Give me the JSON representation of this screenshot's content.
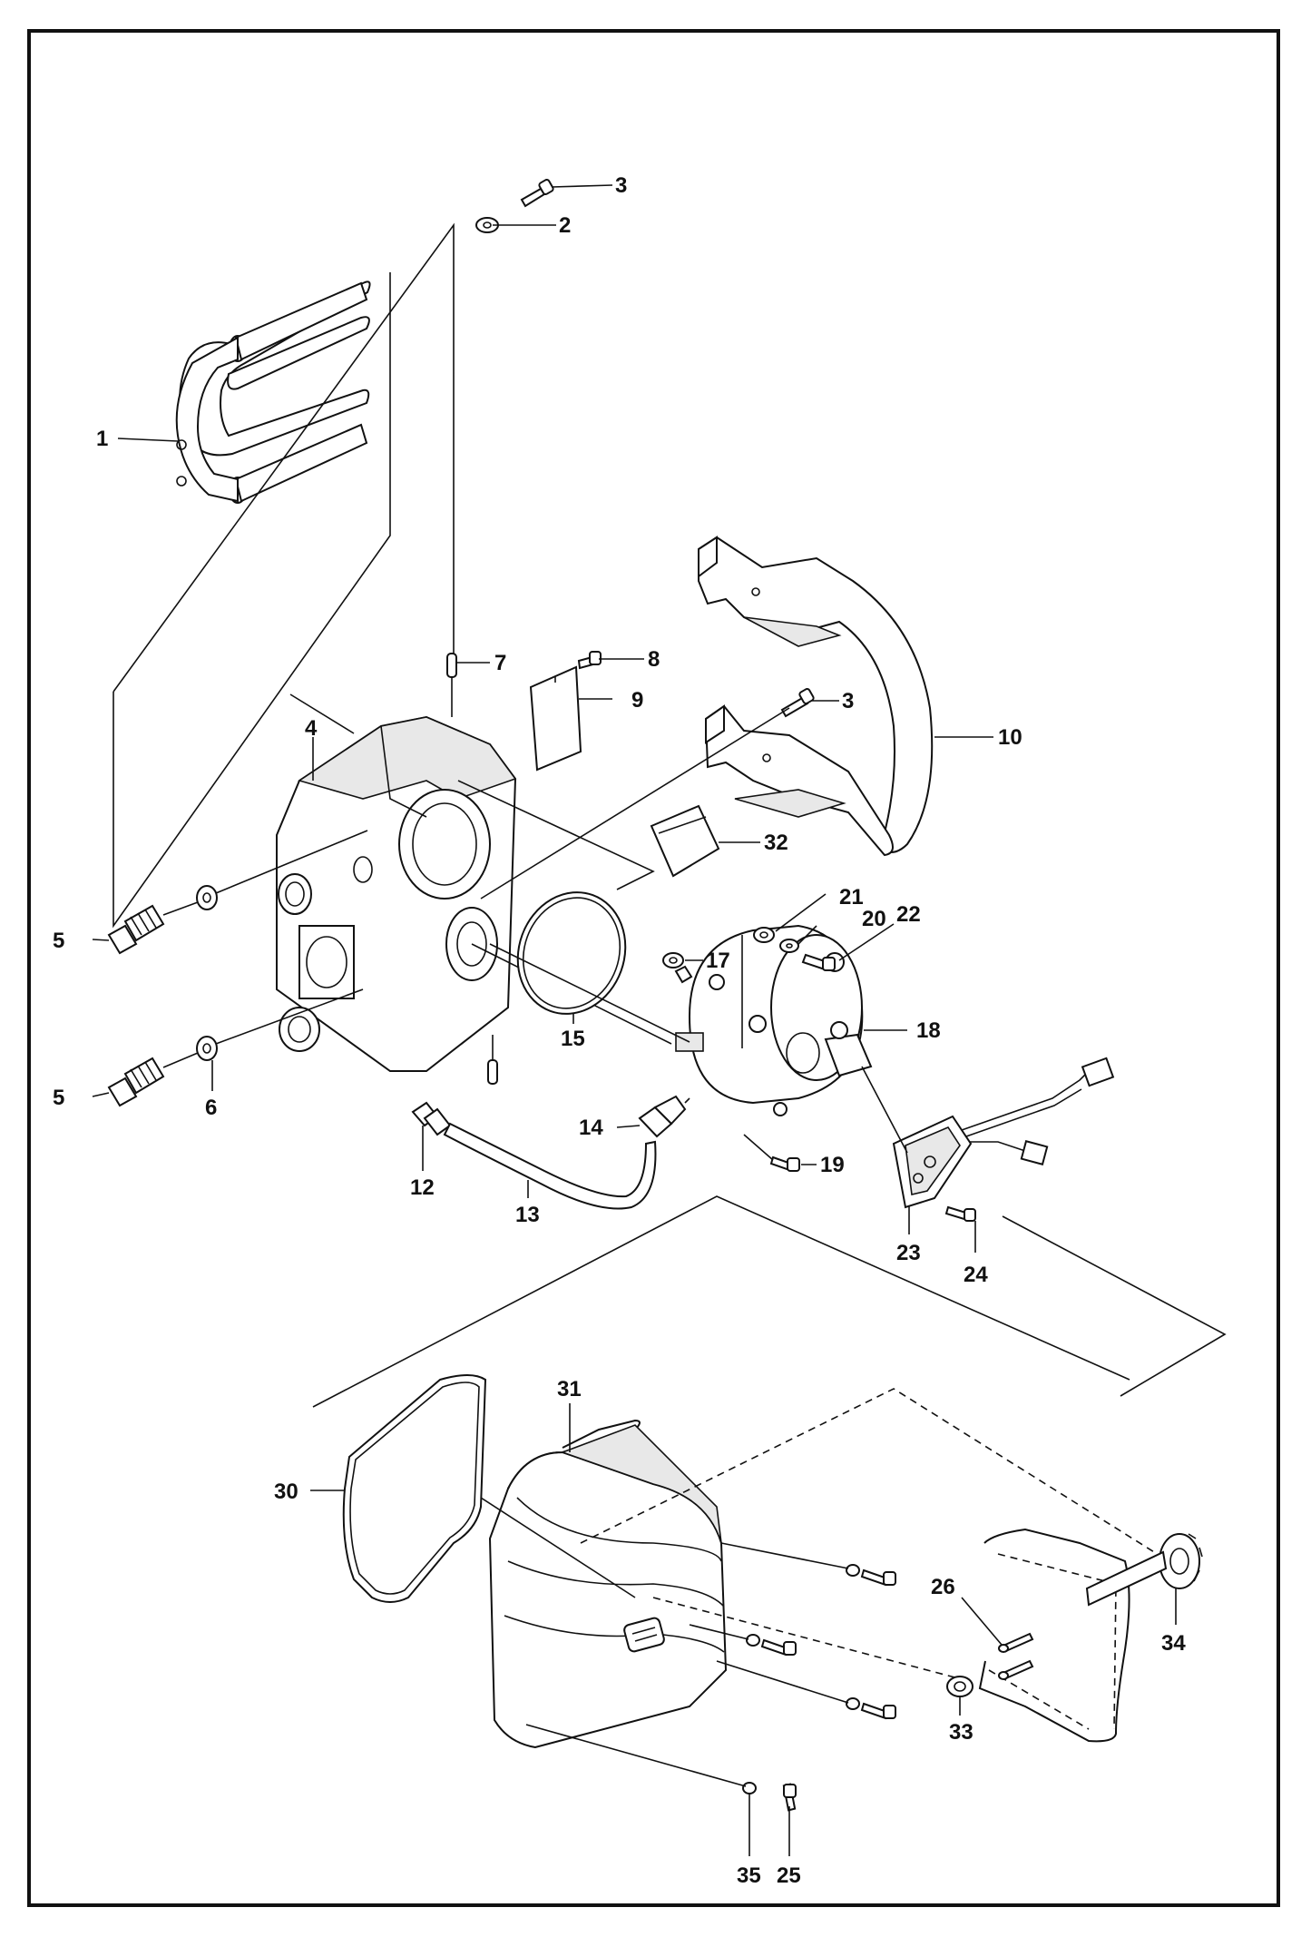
{
  "diagram": {
    "callouts": [
      {
        "id": "c1",
        "text": "1"
      },
      {
        "id": "c2",
        "text": "2"
      },
      {
        "id": "c3a",
        "text": "3"
      },
      {
        "id": "c3b",
        "text": "3"
      },
      {
        "id": "c4",
        "text": "4"
      },
      {
        "id": "c5a",
        "text": "5"
      },
      {
        "id": "c5b",
        "text": "5"
      },
      {
        "id": "c6",
        "text": "6"
      },
      {
        "id": "c7",
        "text": "7"
      },
      {
        "id": "c8",
        "text": "8"
      },
      {
        "id": "c9",
        "text": "9"
      },
      {
        "id": "c10",
        "text": "10"
      },
      {
        "id": "c12",
        "text": "12"
      },
      {
        "id": "c13",
        "text": "13"
      },
      {
        "id": "c14",
        "text": "14"
      },
      {
        "id": "c15",
        "text": "15"
      },
      {
        "id": "c17",
        "text": "17"
      },
      {
        "id": "c18",
        "text": "18"
      },
      {
        "id": "c19",
        "text": "19"
      },
      {
        "id": "c20",
        "text": "20"
      },
      {
        "id": "c21",
        "text": "21"
      },
      {
        "id": "c22",
        "text": "22"
      },
      {
        "id": "c23",
        "text": "23"
      },
      {
        "id": "c24",
        "text": "24"
      },
      {
        "id": "c25",
        "text": "25"
      },
      {
        "id": "c26",
        "text": "26"
      },
      {
        "id": "c30",
        "text": "30"
      },
      {
        "id": "c31",
        "text": "31"
      },
      {
        "id": "c32",
        "text": "32"
      },
      {
        "id": "c33",
        "text": "33"
      },
      {
        "id": "c34",
        "text": "34"
      },
      {
        "id": "c35",
        "text": "35"
      }
    ]
  }
}
